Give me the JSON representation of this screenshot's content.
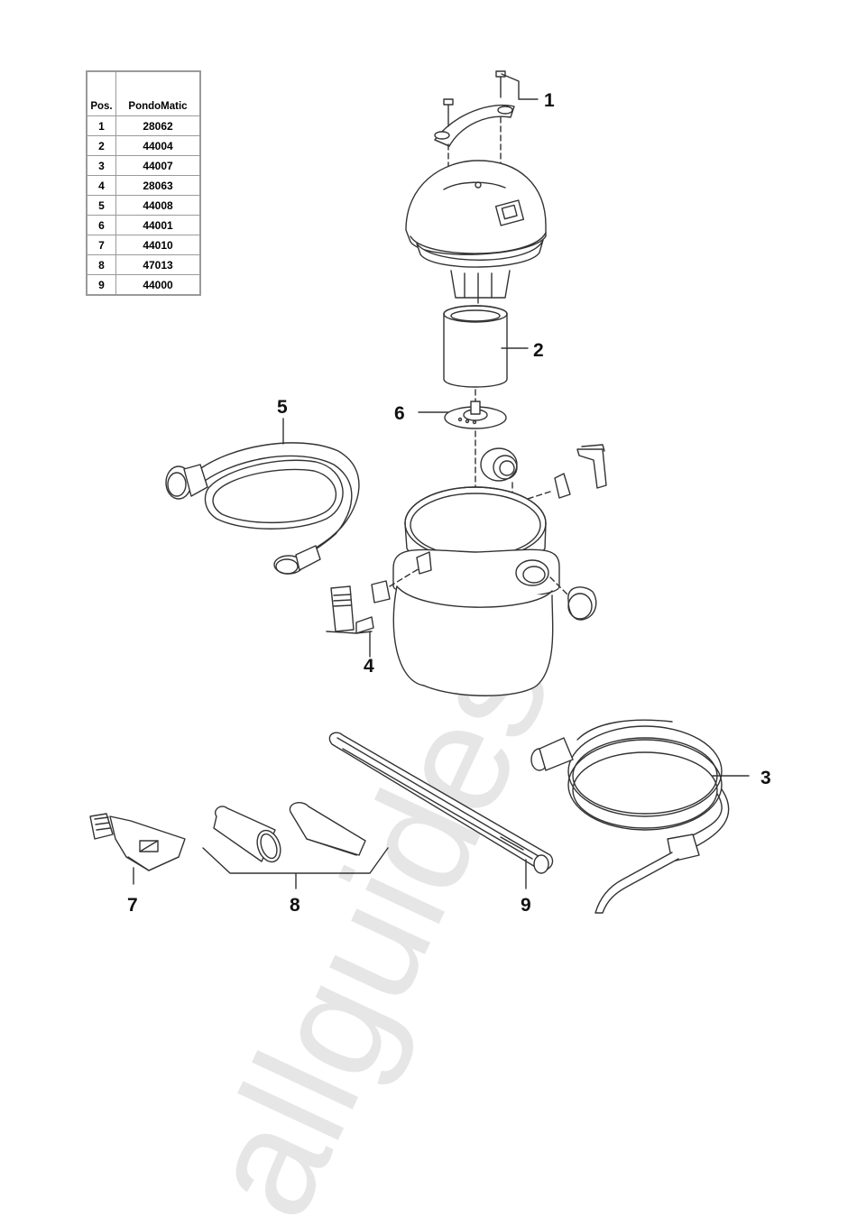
{
  "parts_table": {
    "headers": {
      "position": "Pos.",
      "product": "PondoMatic"
    },
    "rows": [
      {
        "pos": "1",
        "number": "28062"
      },
      {
        "pos": "2",
        "number": "44004"
      },
      {
        "pos": "3",
        "number": "44007"
      },
      {
        "pos": "4",
        "number": "28063"
      },
      {
        "pos": "5",
        "number": "44008"
      },
      {
        "pos": "6",
        "number": "44001"
      },
      {
        "pos": "7",
        "number": "44010"
      },
      {
        "pos": "8",
        "number": "47013"
      },
      {
        "pos": "9",
        "number": "44000"
      }
    ]
  },
  "callouts": {
    "c1": "1",
    "c2": "2",
    "c3": "3",
    "c4": "4",
    "c5": "5",
    "c6": "6",
    "c7": "7",
    "c8": "8",
    "c9": "9"
  },
  "watermark": "allguides",
  "colors": {
    "line": "#333333",
    "table_border": "#9a9a9a",
    "watermark": "#e6e6e6"
  }
}
